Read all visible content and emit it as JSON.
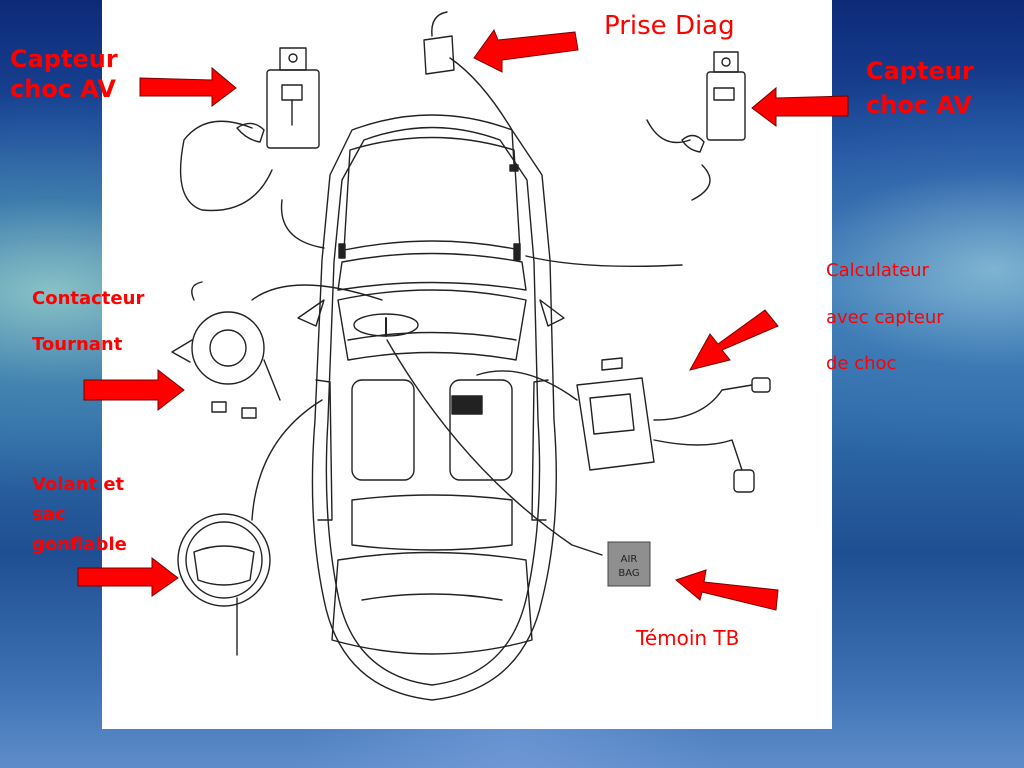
{
  "labels": {
    "capteur_left": "Capteur\nchoc AV",
    "capteur_right": "Capteur\nchoc AV",
    "prise_diag": "Prise Diag",
    "contacteur_line1": "Contacteur",
    "contacteur_line2": "Tournant",
    "calculateur_line1": "Calculateur",
    "calculateur_line2": "avec capteur",
    "calculateur_line3": "de choc",
    "volant": "Volant et\nsac\ngonflable",
    "temoin": "Témoin TB"
  },
  "airbag_lamp": {
    "line1": "AIR",
    "line2": "BAG"
  },
  "colors": {
    "label_red": "#ff0000",
    "arrow_red": "#ff0000",
    "panel": "#ffffff",
    "drawing_stroke": "#222222"
  }
}
